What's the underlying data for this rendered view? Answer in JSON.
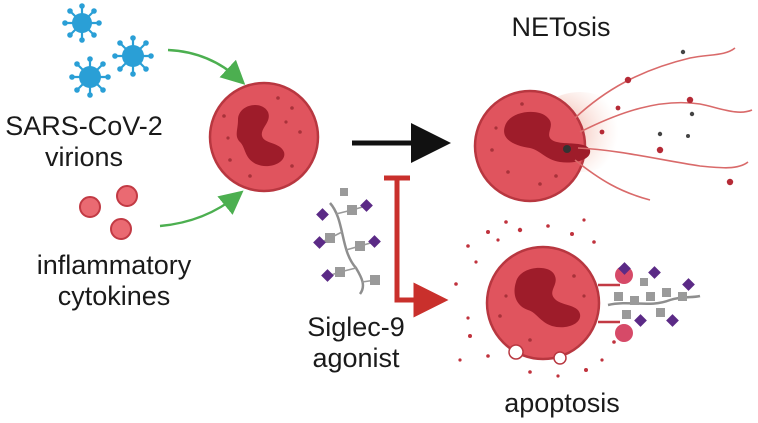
{
  "labels": {
    "virus_line1": "SARS-CoV-2",
    "virus_line2": "virions",
    "cytokine_line1": "inflammatory",
    "cytokine_line2": "cytokines",
    "agonist_line1": "Siglec-9",
    "agonist_line2": "agonist",
    "netosis": "NETosis",
    "apoptosis": "apoptosis"
  },
  "colors": {
    "virion": "#2a9fd6",
    "cell_fill": "#e0545e",
    "cell_stroke": "#b83740",
    "nucleus": "#9e1c2a",
    "green_arrow": "#4caf50",
    "black_arrow": "#111111",
    "inhibition_arrow": "#c9302c",
    "siglec_square": "#9a9a9a",
    "siglec_diamond": "#5b2a86"
  }
}
